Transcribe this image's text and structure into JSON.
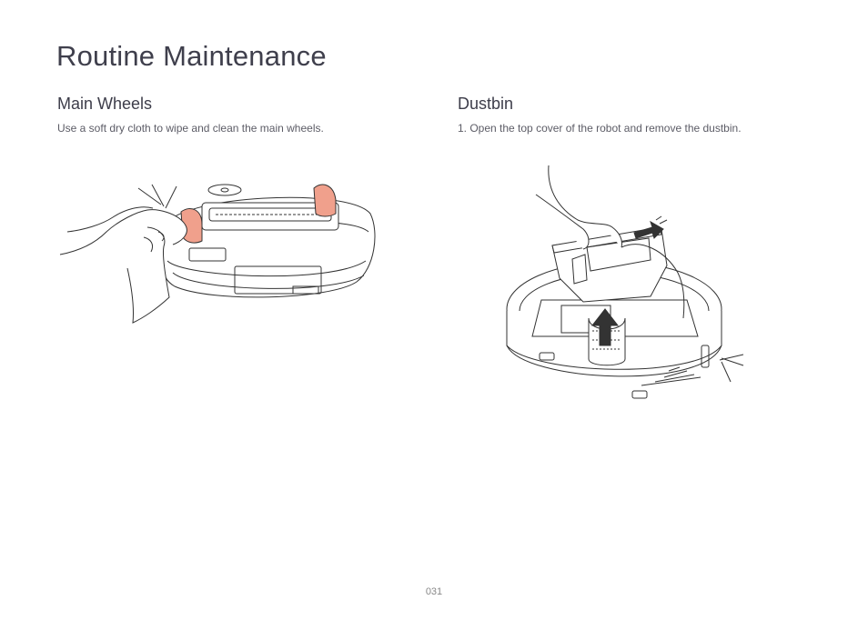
{
  "page": {
    "title": "Routine Maintenance",
    "page_number": "031"
  },
  "main_wheels": {
    "heading": "Main Wheels",
    "text": "Use a soft dry cloth to wipe and clean the main wheels."
  },
  "dustbin": {
    "heading": "Dustbin",
    "text": "1. Open the top cover of the robot and remove the dustbin."
  },
  "colors": {
    "accent": "#f0a08c",
    "line": "#333333"
  }
}
